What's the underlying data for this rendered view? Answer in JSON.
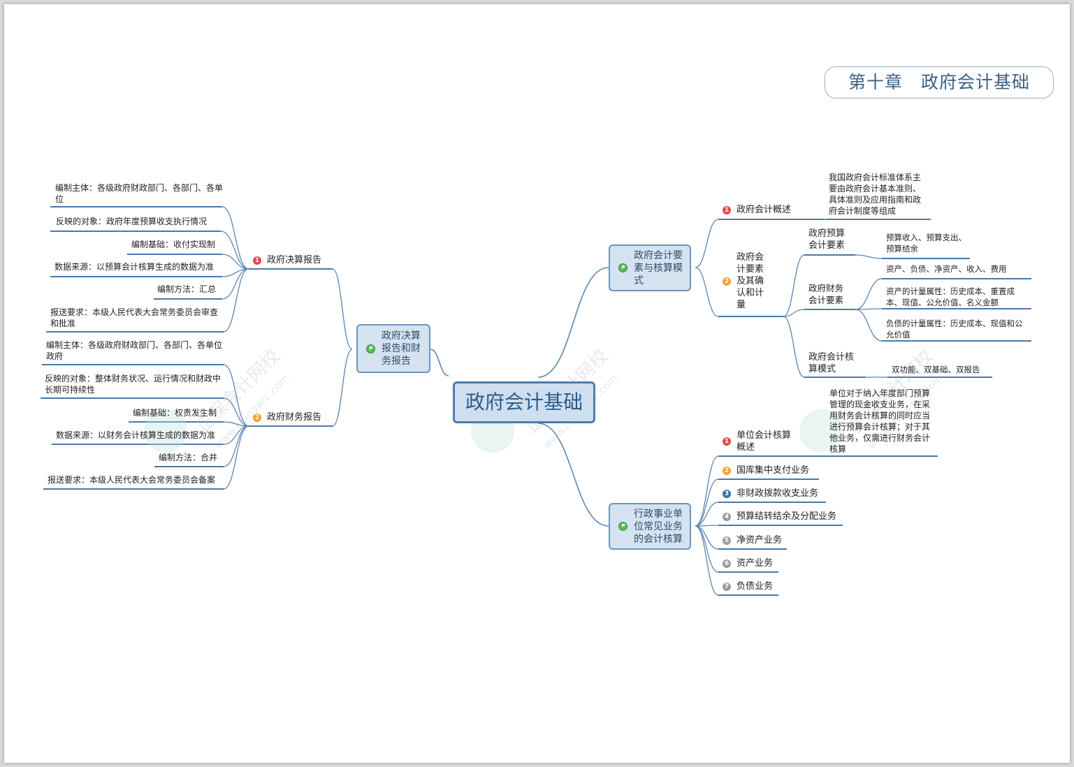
{
  "title": "第十章　政府会计基础",
  "root": "政府会计基础",
  "watermark": {
    "name": "正保会计网校",
    "url": "www.chinaacc.com"
  },
  "left_branch": {
    "label": "政府决算报告和财务报告",
    "label_lines": [
      "政府决算",
      "报告和财",
      "务报告"
    ],
    "children": [
      {
        "num": "1",
        "label": "政府决算报告",
        "leaves": [
          "编制主体：各级政府财政部门、各部门、各单位",
          "反映的对象：政府年度预算收支执行情况",
          "编制基础：收付实现制",
          "数据来源：以预算会计核算生成的数据为准",
          "编制方法：汇总",
          "报送要求：本级人民代表大会常务委员会审查和批准"
        ]
      },
      {
        "num": "2",
        "label": "政府财务报告",
        "leaves": [
          "编制主体：各级政府财政部门、各部门、各单位政府",
          "反映的对象：整体财务状况、运行情况和财政中长期可持续性",
          "编制基础：权责发生制",
          "数据来源：以财务会计核算生成的数据为准",
          "编制方法：合并",
          "报送要求：本级人民代表大会常务委员会备案"
        ]
      }
    ]
  },
  "right_top_branch": {
    "label": "政府会计要素与核算模式",
    "label_lines": [
      "政府会计要",
      "素与核算模",
      "式"
    ],
    "children": [
      {
        "num": "1",
        "label": "政府会计概述",
        "leaf": "我国政府会计标准体系主要由政府会计基本准则、具体准则及应用指南和政府会计制度等组成"
      },
      {
        "num": "2",
        "label": "政府会计要素及其确认和计量",
        "label_lines": [
          "政府会",
          "计要素",
          "及其确",
          "认和计",
          "量"
        ],
        "subs": [
          {
            "label_lines": [
              "政府预算",
              "会计要素"
            ],
            "leaves": [
              "预算收入、预算支出、预算结余"
            ]
          },
          {
            "label_lines": [
              "政府财务",
              "会计要素"
            ],
            "leaves": [
              "资产、负债、净资产、收入、费用",
              "资产的计量属性：历史成本、重置成本、现值、公允价值、名义金额",
              "负债的计量属性：历史成本、现值和公允价值"
            ]
          },
          {
            "label_lines": [
              "政府会计核",
              "算模式"
            ],
            "leaves": [
              "双功能、双基础、双报告"
            ]
          }
        ]
      }
    ]
  },
  "right_bottom_branch": {
    "label": "行政事业单位常见业务的会计核算",
    "label_lines": [
      "行政事业单",
      "位常见业务",
      "的会计核算"
    ],
    "children": [
      {
        "num": "1",
        "label": "单位会计核算概述",
        "label_lines": [
          "单位会计核算",
          "概述"
        ],
        "leaf": "单位对于纳入年度部门预算管理的现金收支业务，在采用财务会计核算的同时应当进行预算会计核算；对于其他业务，仅需进行财务会计核算"
      },
      {
        "num": "2",
        "label": "国库集中支付业务"
      },
      {
        "num": "3",
        "label": "非财政拨款收支业务"
      },
      {
        "num": "4",
        "label": "预算结转结余及分配业务"
      },
      {
        "num": "5",
        "label": "净资产业务"
      },
      {
        "num": "6",
        "label": "资产业务"
      },
      {
        "num": "7",
        "label": "负债业务"
      }
    ]
  },
  "colors": {
    "line": "#5b86b1",
    "underline": "#4a78a8",
    "root_fill": "#cfdff0",
    "main_fill": "#d5e3f1"
  }
}
